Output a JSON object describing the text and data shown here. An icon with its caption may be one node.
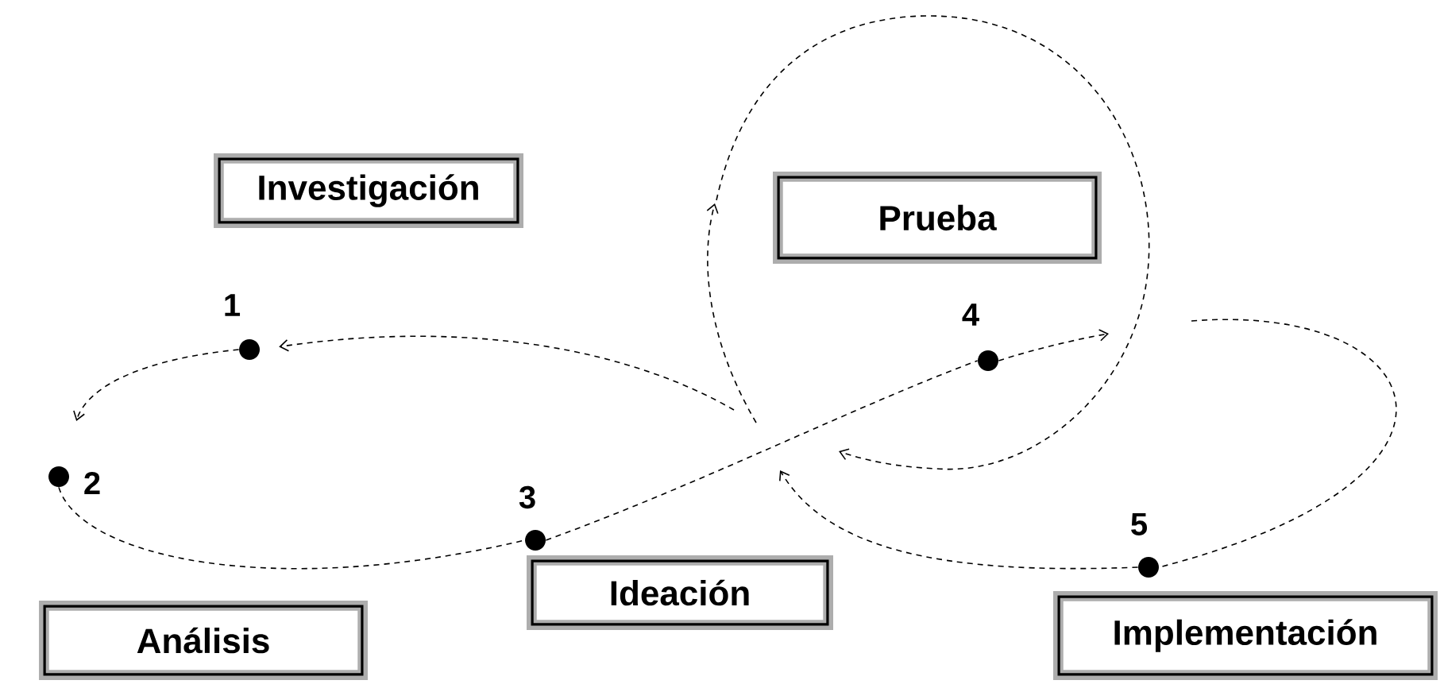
{
  "diagram": {
    "nodes": [
      {
        "text": [
          "Investigación"
        ]
      },
      {
        "text": [
          "Prueba"
        ]
      },
      {
        "text": [],
        "shape": "circle",
        "beside": [
          "1"
        ]
      },
      {
        "text": [],
        "shape": "circle",
        "beside": [
          "4"
        ]
      },
      {
        "text": [],
        "shape": "circle",
        "beside": [
          "2"
        ]
      },
      {
        "text": [],
        "shape": "circle",
        "beside": [
          "3"
        ]
      },
      {
        "text": [],
        "shape": "circle",
        "beside": [
          "5"
        ]
      },
      {
        "text": [
          "Ideación"
        ]
      },
      {
        "text": [
          "Implementación"
        ]
      },
      {
        "text": [
          "Análisis"
        ]
      }
    ],
    "edges": [
      {
        "from": 2,
        "to": 4,
        "arrow": "to"
      },
      {
        "from": 4,
        "to": 5,
        "arrow": "none"
      },
      {
        "from": 5,
        "to": 3,
        "arrow": "none"
      },
      {
        "from": 3,
        "to": null,
        "arrow": "to"
      },
      {
        "from": null,
        "to": 6,
        "arrow": "none"
      },
      {
        "from": 6,
        "to": null,
        "arrow": "to"
      },
      {
        "from": null,
        "to": 2,
        "arrow": "to"
      }
    ]
  }
}
